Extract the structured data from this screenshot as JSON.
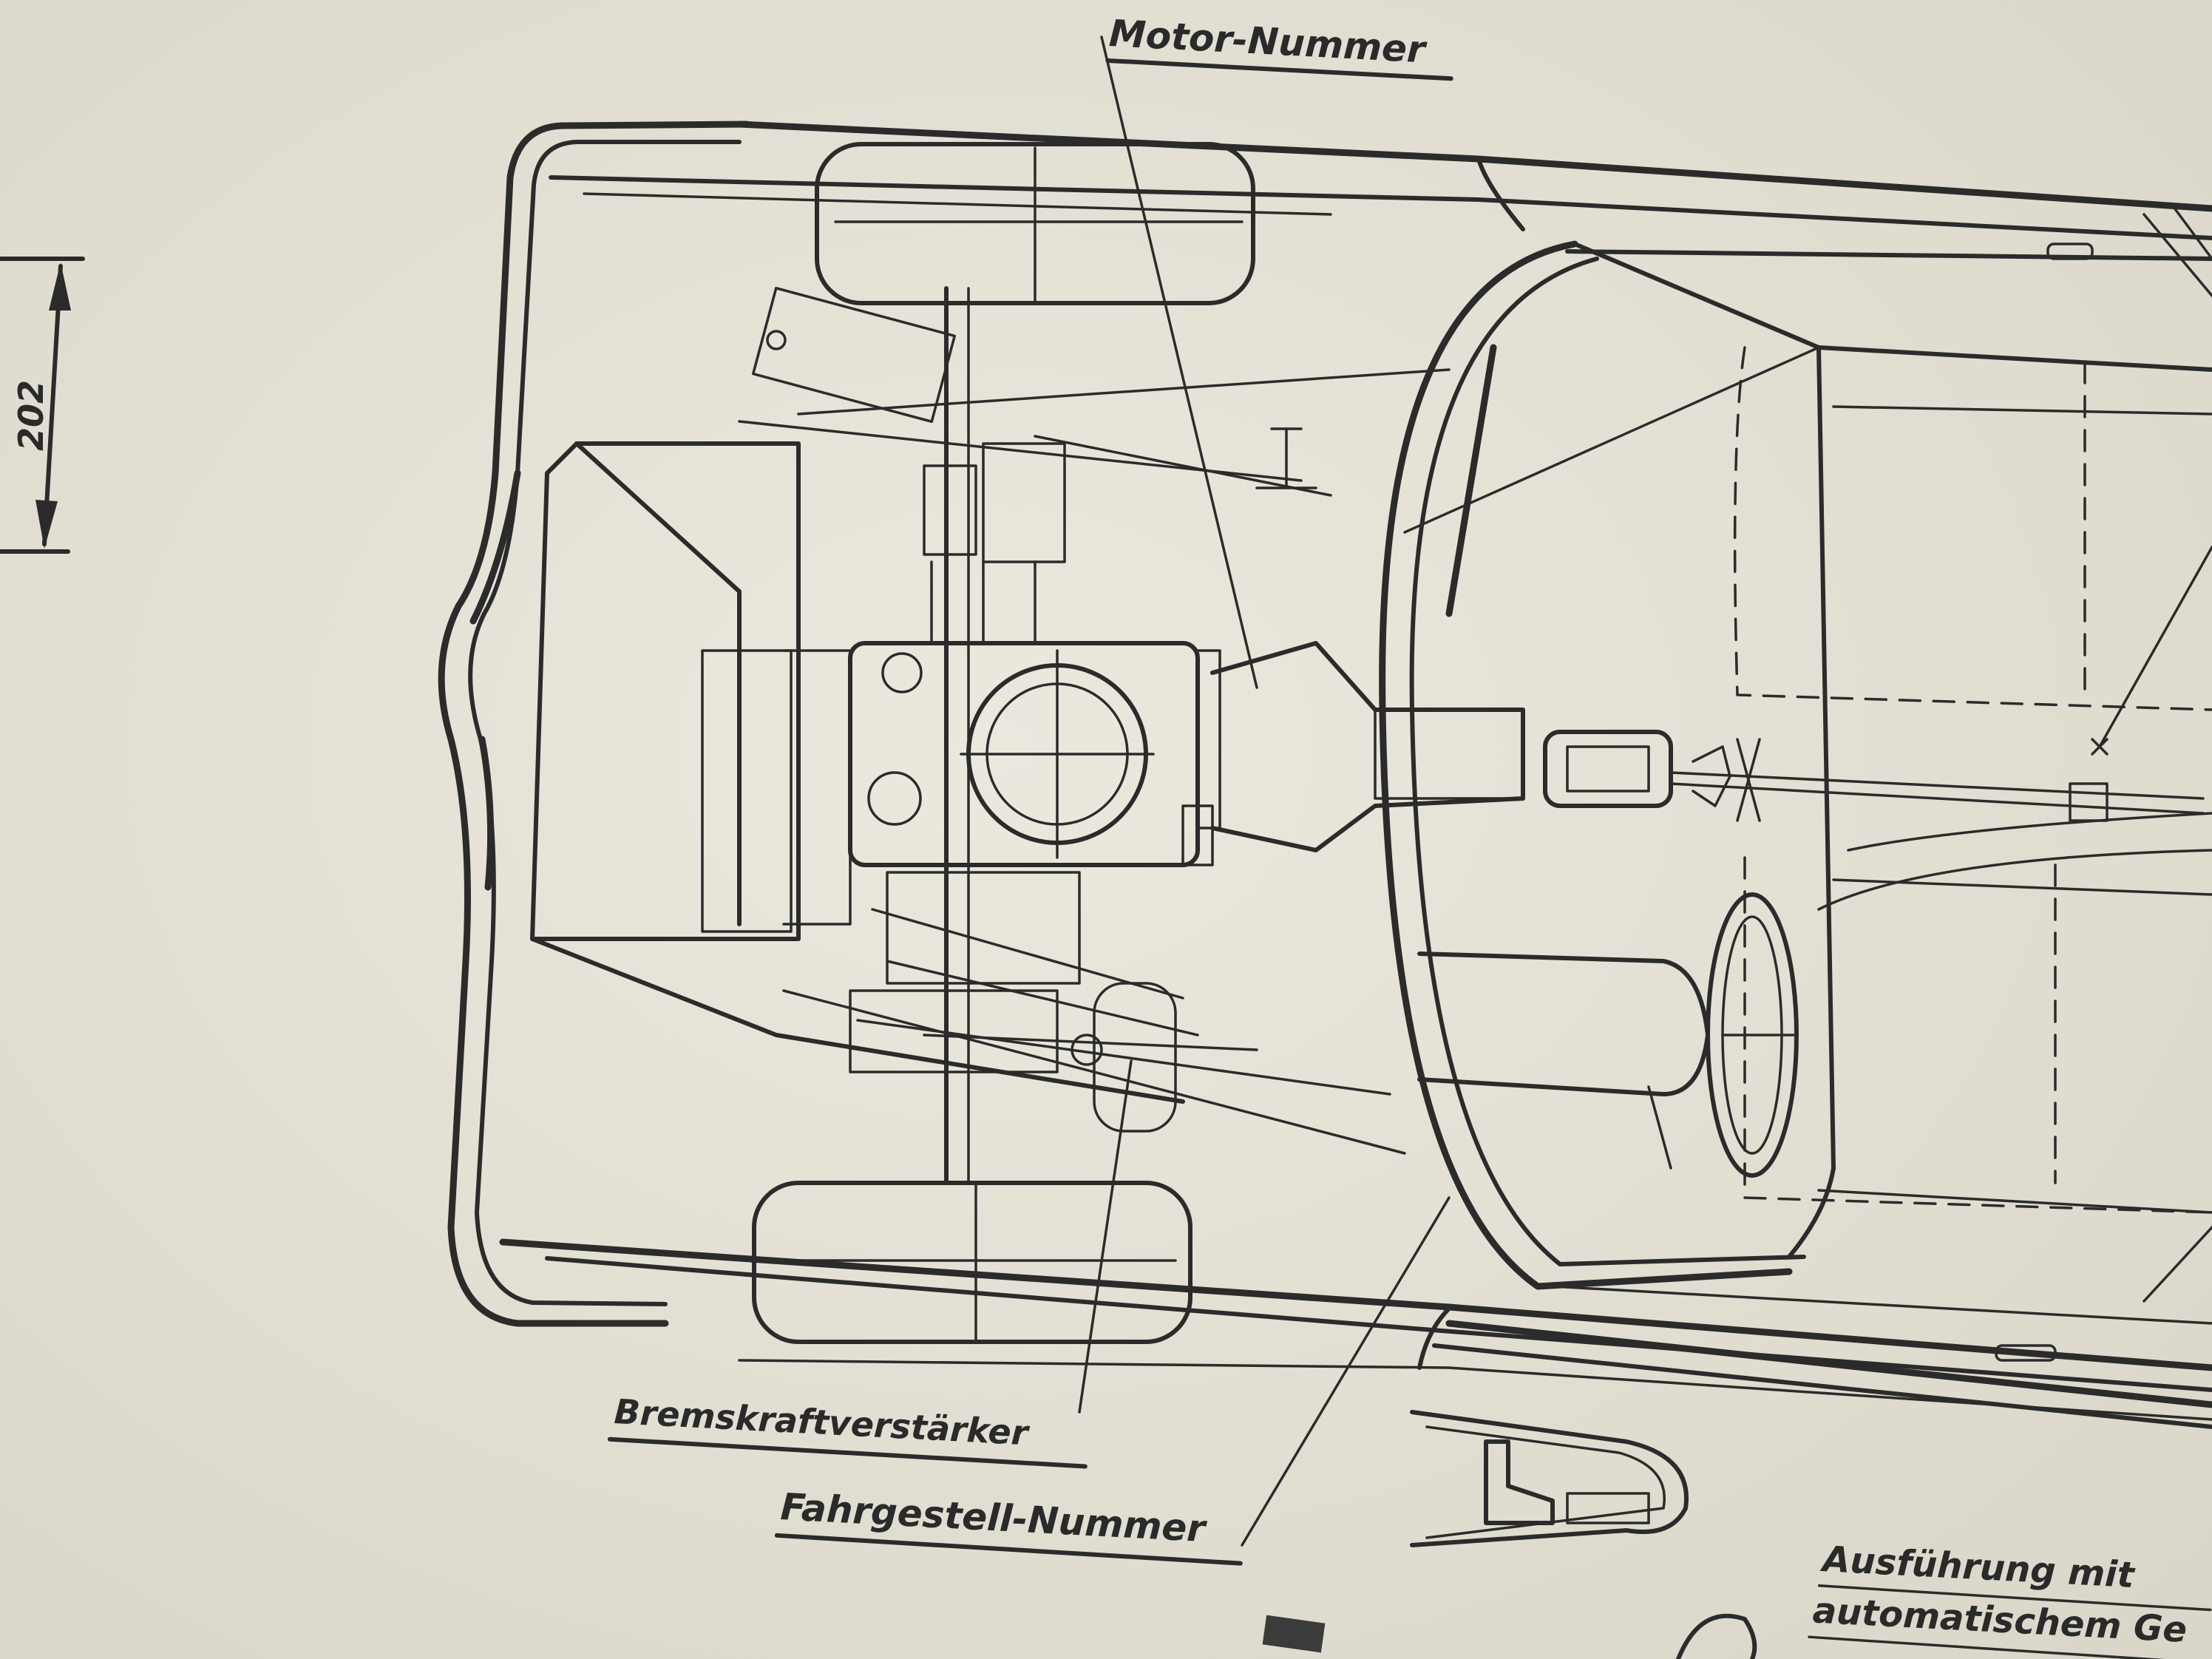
{
  "labels": {
    "motor_nummer": "Motor-Nummer",
    "bremskraftverstaerker": "Bremskraftverstärker",
    "fahrgestell_nummer": "Fahrgestell-Nummer",
    "ausfuehrung_line1": "Ausführung mit",
    "ausfuehrung_line2": "automatischem Ge",
    "dimension": "202"
  },
  "colors": {
    "paper": "#e6e3d8",
    "ink": "#2b2b2b"
  }
}
